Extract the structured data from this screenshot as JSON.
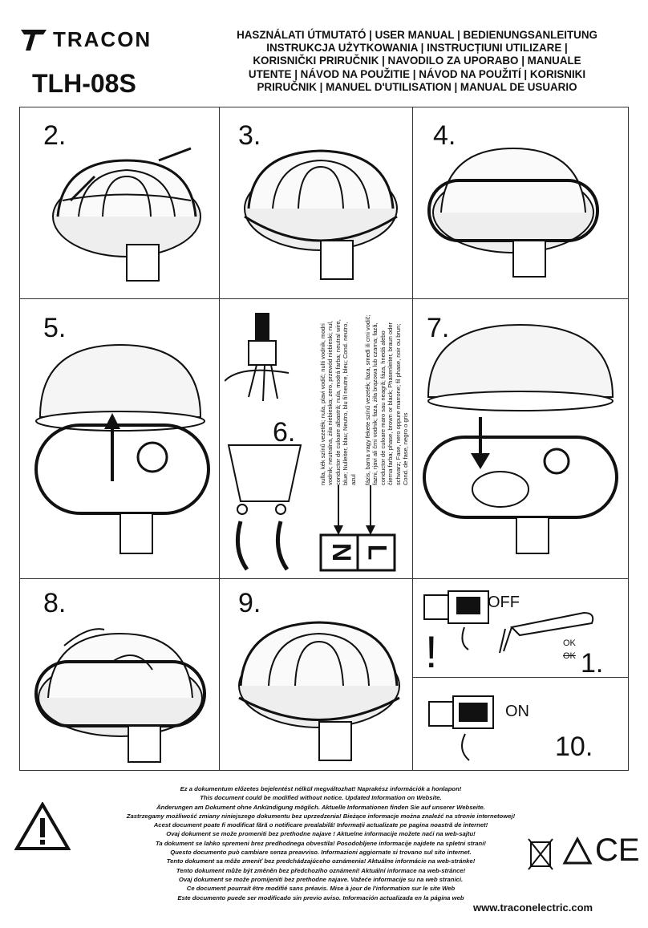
{
  "brand": "TRACON",
  "model": "TLH-08S",
  "headline": "HASZNÁLATI ÚTMUTATÓ | USER MANUAL | BEDIENUNGSANLEITUNG\nINSTRUKCJA UŻYTKOWANIA | INSTRUCȚIUNI UTILIZARE |\nKORISNIČKI PRIRUČNIK | NAVODILO ZA UPORABO | MANUALE\nUTENTE | NÁVOD NA POUŽITIE | NÁVOD NA POUŽITÍ | KORISNIKI\nPRIRUČNIK | MANUEL D'UTILISATION | MANUAL DE USUARIO",
  "steps": {
    "s1": "1.",
    "s2": "2.",
    "s3": "3.",
    "s4": "4.",
    "s5": "5.",
    "s6": "6.",
    "s7": "7.",
    "s8": "8.",
    "s9": "9.",
    "s10": "10."
  },
  "labels": {
    "off": "OFF",
    "on": "ON",
    "ok1": "OK",
    "ok2": "OK",
    "warn": "!",
    "n": "N",
    "l": "L",
    "ce": "CE"
  },
  "wire_text": {
    "neutral": "nulla, kék színű vezeték; nula, plavi vodič; nulti vodnik, modri vodnik; neutralna, żiła niebieska; zero, przewód niebieski; nul, conductor de culoare albastră; nula, modrá farba; neutral wire, blue; Nulleiter, blau; Neutro, blu fil neutre, bleu; Cond. neutro, azul",
    "phase": "fázis, barna vagy fekete színű vezeték; faza, smeđi ili crni vodič; fazni, rjavi ali črni vodnik; faza, żiła brązowa lub czarna; fază, conductor de culoare maro sau neagră; fáza, hnedá alebo čierna farba; phase, brown or black; Phasenleiter, braun oder schwarz; Fase, nero oppure marrone; fil phase, noir ou brun; Cond. de fase, negro o gris"
  },
  "footer": "Ez a dokumentum előzetes bejelentést nélkül megváltozhat! Naprakész információk a honlapon!\nThis document could be modified without notice. Updated Information on Website.\nÄnderungen am Dokument ohne Ankündigung möglich. Aktuelle Informationen finden Sie auf unserer Webseite.\nZastrzegamy możliwość zmiany niniejszego dokumentu bez uprzedzenia! Bieżące informacje można znaleźć na stronie internetowej!\nAcest document poate fi modificat fără o notificare prealabilă! Informații actualizate pe pagina noastră de internet!\nOvaj dokument se može promeniti bez prethodne najave ! Aktuelne informacije možete naći na web-sajtu!\nTa dokument se lahko spremeni brez predhodnega obvestila! Posodobljene informacije najdete na spletni strani!\nQuesto documento può cambiare senza preavviso. Informazioni aggiornate si trovano sul sito internet.\nTento dokument sa môže zmeniť bez predchádzajúceho oznámenia! Aktuálne informácie na web-stránke!\nTento dokument může být změněn bez předchozího oznámení! Aktuální informace na web-stránce!\nOvaj dokument se može promijeniti bez prethodne najave. Važeće informacije su na web stranici.\nCe document pourrait être modifié sans préavis. Mise à jour de l'information sur le site Web\nEste documento puede ser modificado sin previo aviso. Información actualizada en la página web",
  "website": "www.traconelectric.com"
}
